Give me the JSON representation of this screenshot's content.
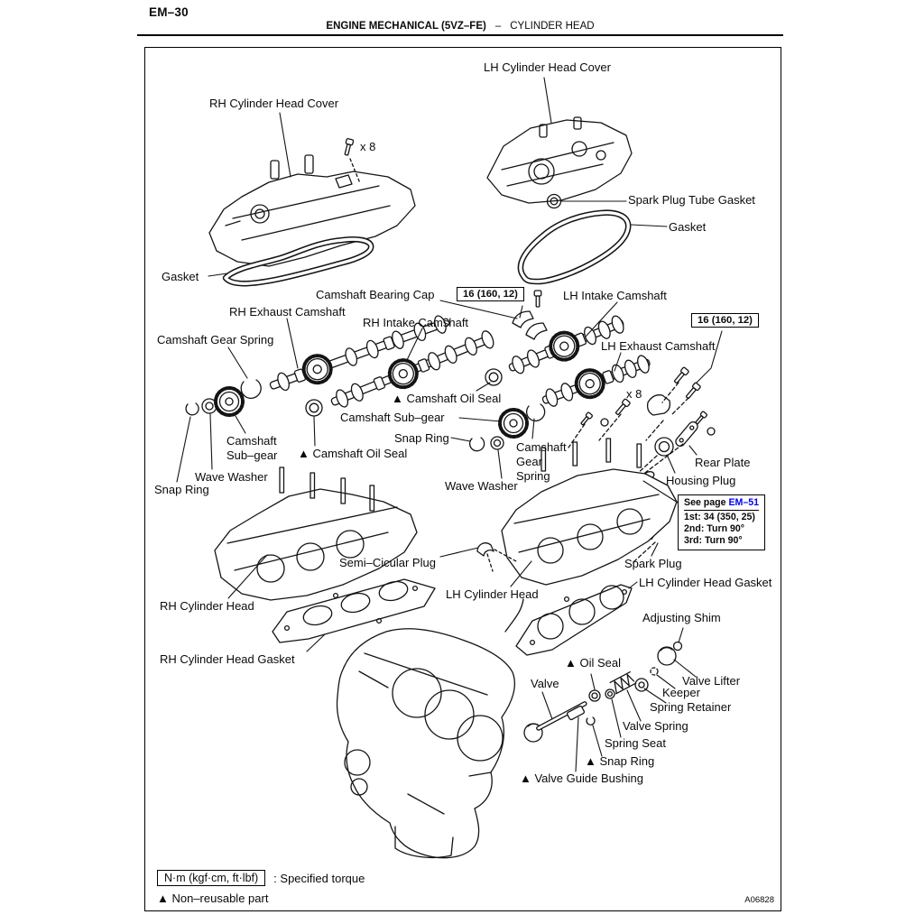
{
  "page": {
    "page_number": "EM–30",
    "title_left": "ENGINE MECHANICAL (5VZ–FE)",
    "title_sep": "–",
    "title_right": "CYLINDER HEAD",
    "figure_code": "A06828"
  },
  "colors": {
    "ink": "#0a0a0a",
    "paper": "#ffffff",
    "link_blue": "#0000ee"
  },
  "labels": {
    "lh_cylinder_head_cover": "LH Cylinder Head Cover",
    "rh_cylinder_head_cover": "RH Cylinder Head Cover",
    "x8_top": "x 8",
    "spark_plug_tube_gasket": "Spark Plug Tube Gasket",
    "gasket_right": "Gasket",
    "gasket_left": "Gasket",
    "camshaft_bearing_cap": "Camshaft Bearing Cap",
    "lh_intake_camshaft": "LH Intake Camshaft",
    "rh_exhaust_camshaft": "RH Exhaust Camshaft",
    "rh_intake_camshaft": "RH Intake Camshaft",
    "camshaft_gear_spring_left": "Camshaft Gear Spring",
    "lh_exhaust_camshaft": "LH Exhaust Camshaft",
    "camshaft_oil_seal_center": "▲ Camshaft Oil Seal",
    "x8_right": "x 8",
    "camshaft_sub_gear_center": "Camshaft Sub–gear",
    "snap_ring_center": "Snap Ring",
    "camshaft_sub_gear_left": "Camshaft\nSub–gear",
    "camshaft_oil_seal_left": "▲ Camshaft Oil Seal",
    "wave_washer_left": "Wave Washer",
    "snap_ring_left": "Snap Ring",
    "camshaft_gear_spring_right": "Camshaft\nGear\nSpring",
    "wave_washer_right": "Wave Washer",
    "rear_plate": "Rear Plate",
    "housing_plug": "Housing Plug",
    "semi_circular_plug": "Semi–Cicular Plug",
    "spark_plug": "Spark Plug",
    "lh_cylinder_head": "LH Cylinder Head",
    "rh_cylinder_head": "RH Cylinder Head",
    "lh_cylinder_head_gasket": "LH Cylinder Head Gasket",
    "adjusting_shim": "Adjusting Shim",
    "rh_cylinder_head_gasket": "RH Cylinder Head Gasket",
    "oil_seal": "▲ Oil Seal",
    "valve": "Valve",
    "valve_lifter": "Valve Lifter",
    "keeper": "Keeper",
    "spring_retainer": "Spring Retainer",
    "valve_spring": "Valve Spring",
    "spring_seat": "Spring Seat",
    "snap_ring_bottom": "▲ Snap Ring",
    "valve_guide_bushing": "▲ Valve Guide Bushing"
  },
  "torque": {
    "box1": "16 (160, 12)",
    "box2": "16 (160, 12)"
  },
  "spec_box": {
    "see_page_prefix": "See page ",
    "see_page_link": "EM–51",
    "line1": "1st: 34 (350, 25)",
    "line2": "2nd: Turn 90°",
    "line3": "3rd: Turn 90°"
  },
  "legend": {
    "torque_symbol": "N·m (kgf·cm, ft·lbf)",
    "torque_meaning": ": Specified torque",
    "nonreusable": "▲ Non–reusable part"
  }
}
